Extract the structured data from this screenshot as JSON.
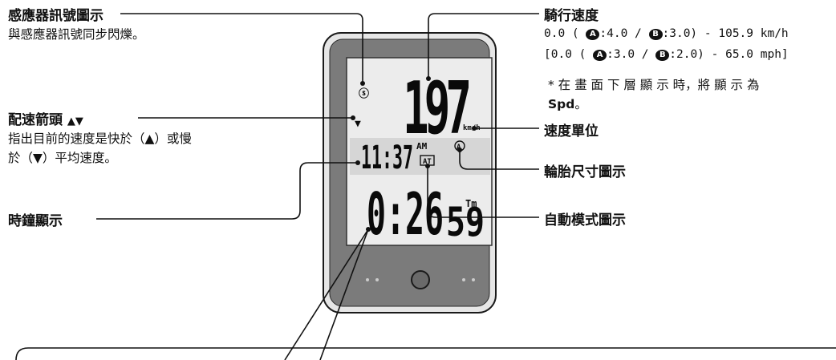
{
  "callouts": {
    "sensor_icon": {
      "title": "感應器訊號圖示",
      "desc": "與感應器訊號同步閃爍。"
    },
    "pace_arrow": {
      "title": "配速箭頭",
      "arrows": "▲▼",
      "desc_1": "指出目前的速度是快於（▲）或慢",
      "desc_2": "於（▼）平均速度。"
    },
    "clock": {
      "title": "時鐘顯示"
    },
    "speed": {
      "title": "騎行速度",
      "kmh_line": {
        "open": "0.0 (",
        "a_tag": "A",
        "a_val": ":4.0 /",
        "b_tag": "B",
        "b_val": ":3.0) - 105.9 km/h"
      },
      "mph_line": {
        "open": "[0.0 (",
        "a_tag": "A",
        "a_val": ":3.0 /",
        "b_tag": "B",
        "b_val": ":2.0) - 65.0 mph]"
      },
      "note_1": "* 在 畫 面 下 層 顯 示 時，將 顯 示 為",
      "note_2_bold": "Spd",
      "note_2_tail": "。"
    },
    "speed_unit": {
      "title": "速度單位"
    },
    "tire_size": {
      "title": "輪胎尺寸圖示"
    },
    "auto_mode": {
      "title": "自動模式圖示"
    }
  },
  "device": {
    "speed": "197",
    "unit": "km/h",
    "clock": "11:37",
    "am": "AM",
    "tire": "A",
    "at": "AT",
    "tm": "Tm",
    "bottom_big": "0:26",
    "bottom_small": "59"
  }
}
